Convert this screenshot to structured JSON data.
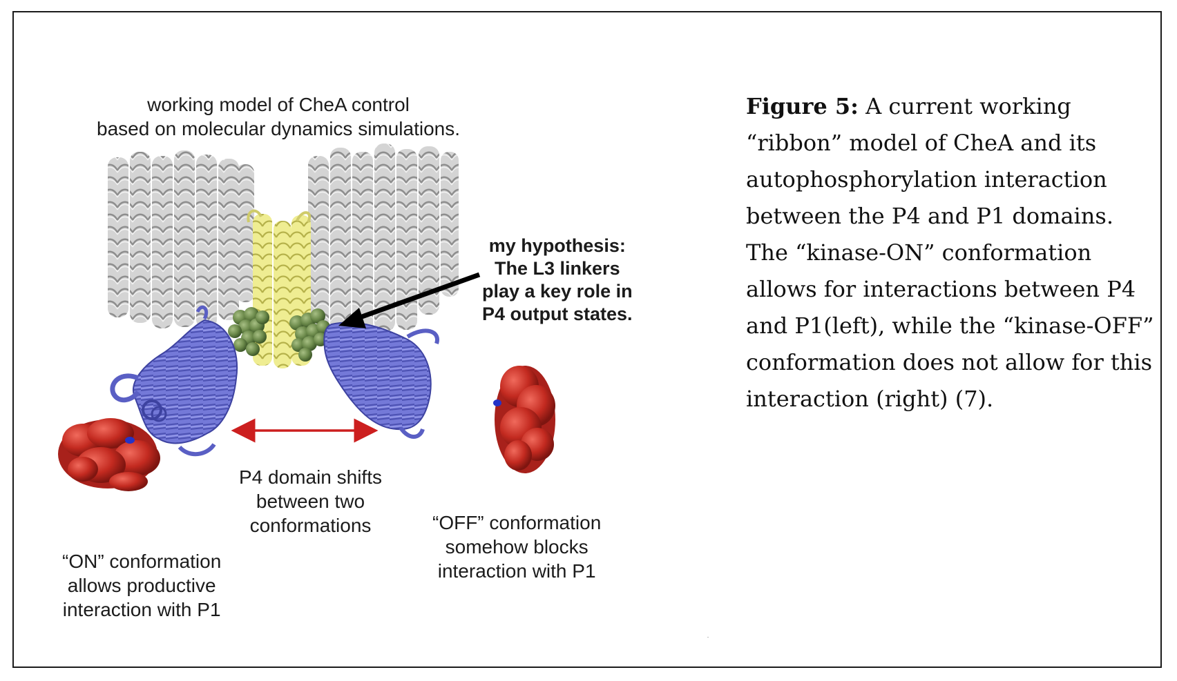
{
  "figure": {
    "title_lines": [
      "working model of CheA control",
      "based on molecular dynamics simulations."
    ],
    "hypothesis_lines": [
      "my hypothesis:",
      "The L3 linkers",
      "play a key role in",
      "P4 output states."
    ],
    "shift_lines": [
      "P4 domain shifts",
      "between two",
      "conformations"
    ],
    "on_lines": [
      "“ON” conformation",
      "allows productive",
      "interaction with P1"
    ],
    "off_lines": [
      "“OFF” conformation",
      "somehow blocks",
      "interaction with P1"
    ]
  },
  "caption": {
    "label": "Figure 5:",
    "text": " A current working “ribbon” model of CheA and its autophosphorylation interaction between the P4 and P1 domains. The “kinase-ON” conformation allows for interactions between P4 and P1(left), while the “kinase-OFF” conformation does not allow for this interaction (right) (7)."
  },
  "colors": {
    "helix_gray": "#c4c4c4",
    "linker_yellow": "#ece98a",
    "l3_green": "#6e8c4e",
    "p4_blue": "#6f74d6",
    "p1_red": "#c22a22",
    "arrow_red": "#cc1f1f",
    "arrow_black": "#000000"
  }
}
